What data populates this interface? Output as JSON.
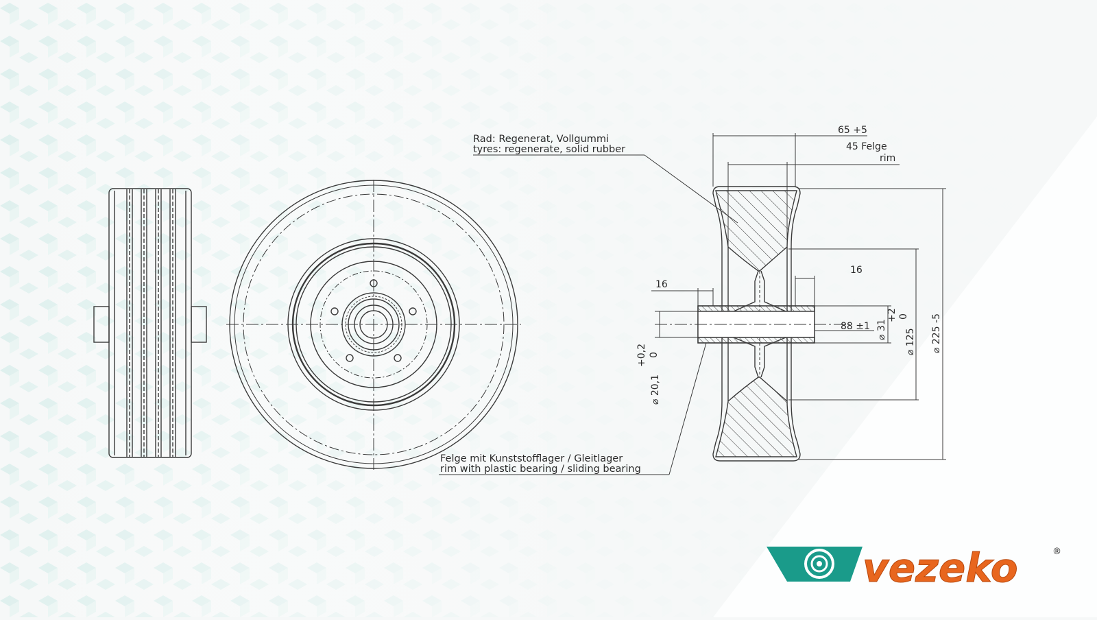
{
  "callouts": {
    "tyre_de": "Rad: Regenerat, Vollgummi",
    "tyre_en": "tyres: regenerate, solid rubber",
    "rim_de": "Felge mit Kunststofflager / Gleitlager",
    "rim_en": "rim with plastic bearing / sliding bearing"
  },
  "dimensions": {
    "overall_width": "65 +5",
    "rim_width": "45 Felge",
    "rim_width_en": "rim",
    "hub_offset_left": "16",
    "hub_offset_right": "16",
    "hub_length": "88 ±1",
    "hub_diameter": "⌀ 31",
    "rim_diameter": "⌀ 125",
    "rim_diameter_tol_upper": "+2",
    "rim_diameter_tol_lower": "0",
    "wheel_diameter": "⌀ 225 -5",
    "bore_diameter": "⌀ 20,1",
    "bore_tol_upper": "+0,2",
    "bore_tol_lower": "0"
  },
  "logo": {
    "text": "vezeko",
    "registered": "®",
    "colors": {
      "teal": "#1a9b8a",
      "orange": "#e8661e"
    }
  },
  "colors": {
    "line": "#3a3a3a",
    "background": "#f6f8f8",
    "pattern": "#cfe6e3"
  }
}
